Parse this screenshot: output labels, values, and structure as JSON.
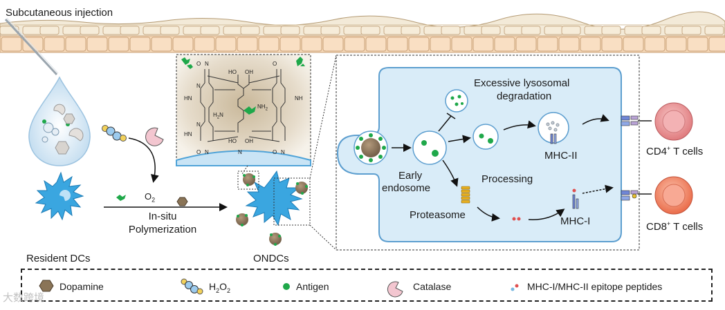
{
  "labels": {
    "injection": "Subcutaneous injection",
    "resident": "Resident DCs",
    "insitu_line1": "In-situ",
    "insitu_line2": "Polymerization",
    "ondcs": "ONDCs",
    "excessive_line1": "Excessive lysosomal",
    "excessive_line2": "degradation",
    "early_line1": "Early",
    "early_line2": "endosome",
    "processing": "Processing",
    "proteasome": "Proteasome",
    "mhc2": "MHC-II",
    "mhc1": "MHC-I",
    "cd4": "CD4",
    "cd8": "CD8",
    "tcells": " T cells",
    "plus": "+",
    "o2": "O",
    "o2_sub": "2"
  },
  "chem": {
    "ho1": "HO",
    "oh1": "OH",
    "hn1": "HN",
    "n1": "N",
    "nh1": "NH",
    "hn2": "HN",
    "n2": "N",
    "h2n": "H",
    "h2n_sub": "2",
    "h2n_n": "N",
    "nh2": "NH",
    "nh2_sub": "2",
    "o_top1": "O",
    "o_top2": "O",
    "n_top": "N",
    "ho2": "HO",
    "oh2": "OH",
    "o_bot1": "O",
    "o_bot2": "O",
    "n_b1": "N",
    "n_b2": "N",
    "n_b3": "N"
  },
  "legend": {
    "dopamine": "Dopamine",
    "h2o2_h": "H",
    "h2o2_2a": "2",
    "h2o2_o": "O",
    "h2o2_2b": "2",
    "antigen": "Antigen",
    "catalase": "Catalase",
    "peptides": "MHC-I/MHC-II epitope peptides"
  },
  "watermark": "大数跨境",
  "colors": {
    "dc_blue": "#3aa6e0",
    "cell_fill": "#d9ecf8",
    "antigen_green": "#1fa84a",
    "dopamine_brown": "#8a7457",
    "catalase_pink": "#f3c6d0",
    "cd4_cell": "#e8878a",
    "cd8_cell": "#ef7a5c",
    "peptide_red": "#e05050",
    "proteasome_yellow": "#e8b020"
  }
}
